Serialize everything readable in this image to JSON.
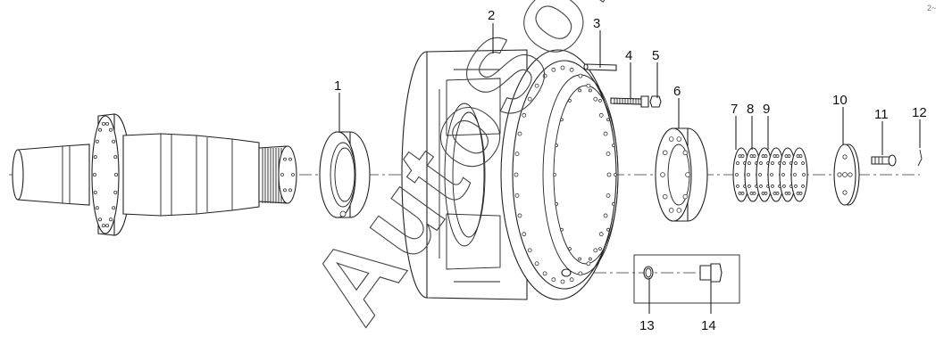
{
  "diagram": {
    "callouts": [
      {
        "id": "1",
        "label": "1"
      },
      {
        "id": "2",
        "label": "2"
      },
      {
        "id": "3",
        "label": "3"
      },
      {
        "id": "4",
        "label": "4"
      },
      {
        "id": "5",
        "label": "5"
      },
      {
        "id": "6",
        "label": "6"
      },
      {
        "id": "7",
        "label": "7"
      },
      {
        "id": "8",
        "label": "8"
      },
      {
        "id": "9",
        "label": "9"
      },
      {
        "id": "10",
        "label": "10"
      },
      {
        "id": "11",
        "label": "11"
      },
      {
        "id": "12",
        "label": "12"
      },
      {
        "id": "13",
        "label": "13"
      },
      {
        "id": "14",
        "label": "14"
      }
    ],
    "watermark": "AutoSoft",
    "corner_mark": "2~"
  }
}
